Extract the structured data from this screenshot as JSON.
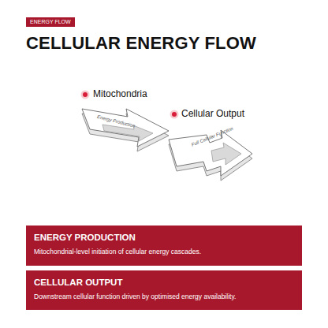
{
  "diagram": {
    "title": "CELLULAR ENERGY FLOW",
    "nodes": [
      {
        "text": [
          "ENERGY FLOW"
        ]
      },
      {
        "text": [
          "Mitochondria",
          "Energy Production"
        ]
      },
      {
        "text": [
          "Cellular Output",
          "Full Cellular Function"
        ]
      },
      {
        "text": [
          "ENERGY PRODUCTION",
          "Mitochondrial-level initiation of cellular energy cascades."
        ]
      },
      {
        "text": [
          "CELLULAR OUTPUT",
          "Downstream cellular function driven by optimised energy availability."
        ]
      }
    ]
  }
}
